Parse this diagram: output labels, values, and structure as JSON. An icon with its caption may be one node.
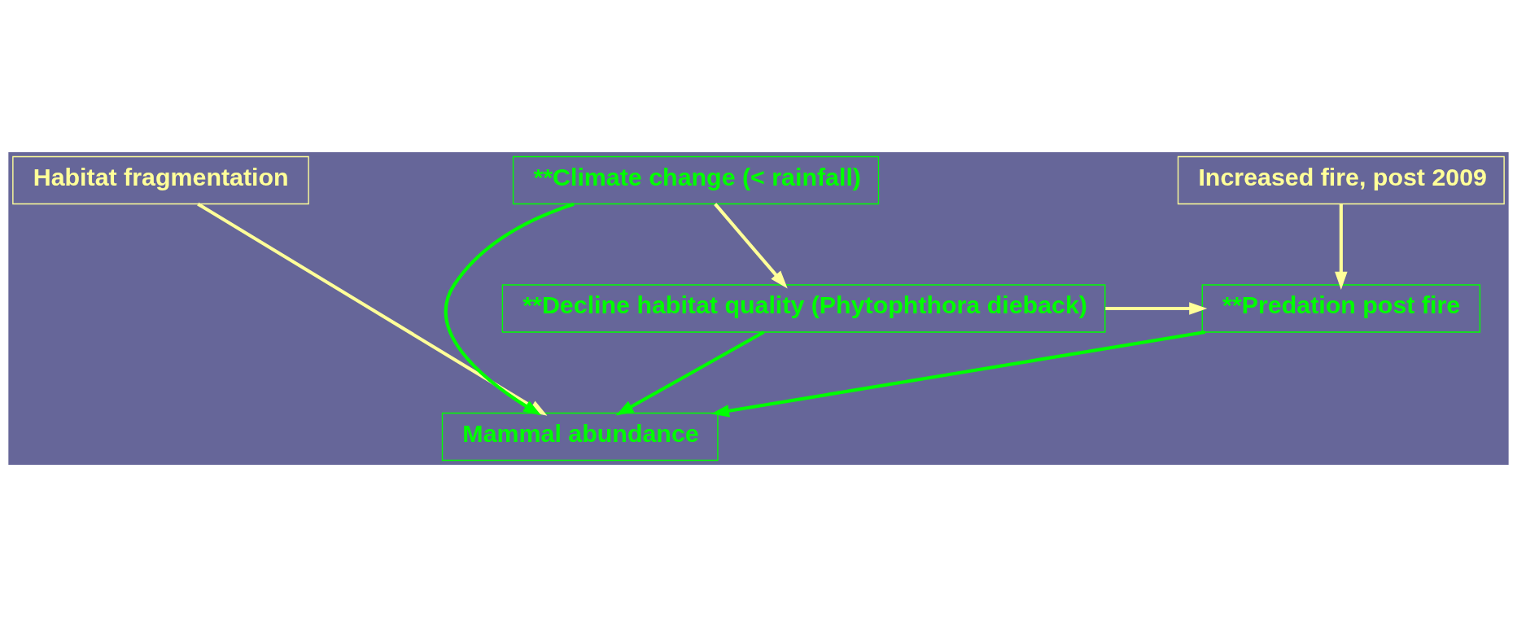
{
  "diagram": {
    "nodes": [
      {
        "text": [
          "Habitat fragmentation"
        ]
      },
      {
        "text": [
          "**Climate change (< rainfall)"
        ]
      },
      {
        "text": [
          "Increased fire, post 2009"
        ]
      },
      {
        "text": [
          "Mammal abundance"
        ]
      },
      {
        "text": [
          "**Predation post fire"
        ]
      },
      {
        "text": [
          "**Decline habitat quality (Phytophthora dieback)"
        ]
      }
    ],
    "edges": [
      {
        "from": 0,
        "to": 3,
        "arrow": "to"
      },
      {
        "from": 1,
        "to": 3,
        "arrow": "to",
        "color": "#00ff00"
      },
      {
        "from": 1,
        "to": 5,
        "arrow": "to"
      },
      {
        "from": 2,
        "to": 4,
        "arrow": "to"
      },
      {
        "from": 4,
        "to": 3,
        "arrow": "to",
        "color": "#00ff00"
      },
      {
        "from": 5,
        "to": 3,
        "arrow": "to",
        "color": "#00ff00"
      },
      {
        "from": 5,
        "to": 4,
        "arrow": "to"
      }
    ]
  }
}
